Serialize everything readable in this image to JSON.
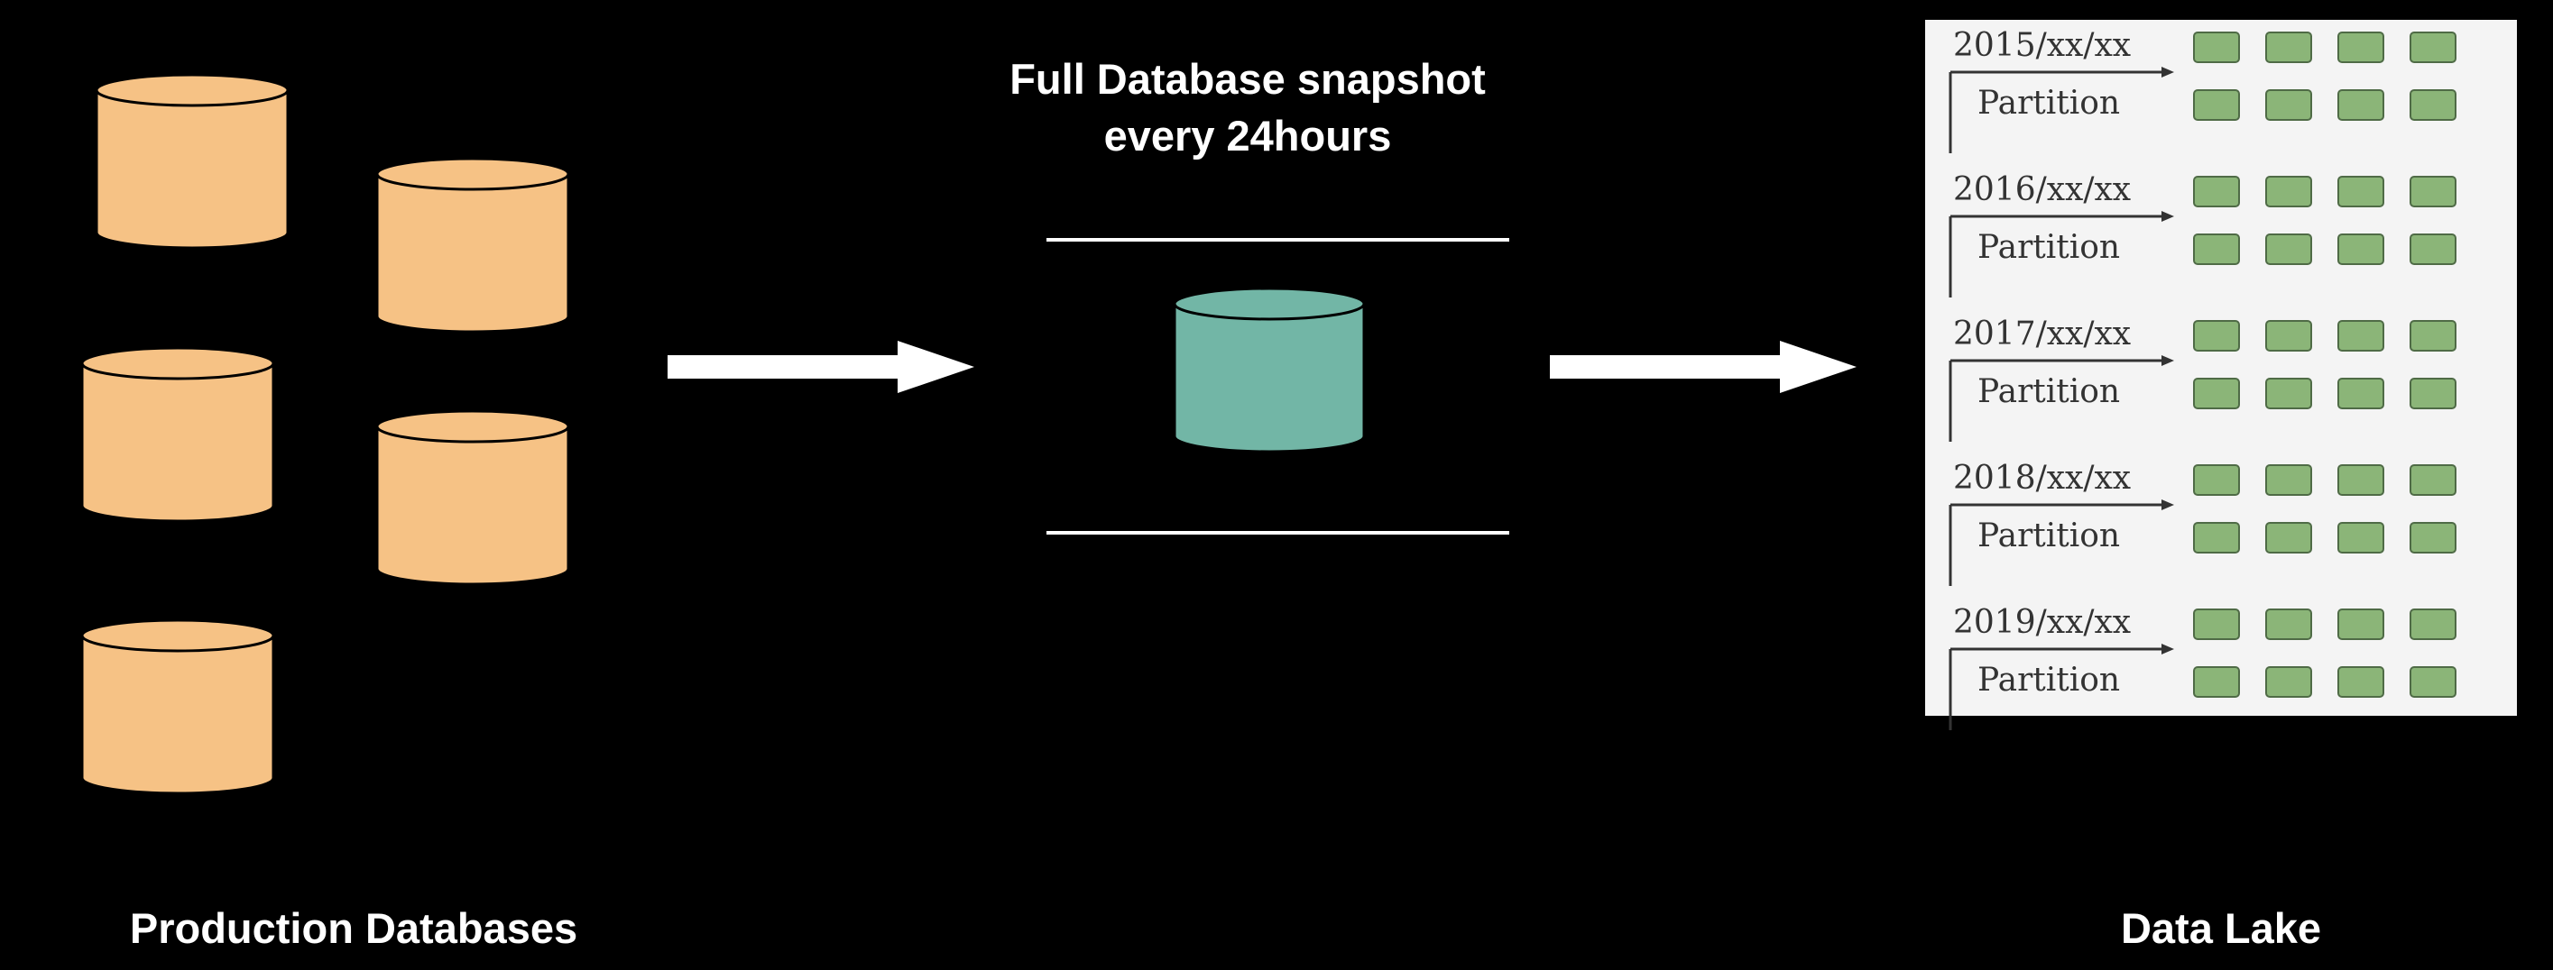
{
  "labels": {
    "production_databases": "Production Databases",
    "snapshot_line1": "Full Database snapshot",
    "snapshot_line2": "every 24hours",
    "data_lake": "Data Lake"
  },
  "lake": {
    "partitions": [
      {
        "date": "2015/xx/xx",
        "label": "Partition"
      },
      {
        "date": "2016/xx/xx",
        "label": "Partition"
      },
      {
        "date": "2017/xx/xx",
        "label": "Partition"
      },
      {
        "date": "2018/xx/xx",
        "label": "Partition"
      },
      {
        "date": "2019/xx/xx",
        "label": "Partition"
      }
    ]
  },
  "colors": {
    "background": "#000000",
    "production_db": "#f6c285",
    "snapshot_db": "#72b6a6",
    "partition_block": "#8bb578",
    "lake_panel": "#f4f4f4",
    "text": "#ffffff"
  },
  "icons": {
    "production_db": "database-cylinder-icon",
    "snapshot_db": "database-cylinder-icon",
    "flow_arrow": "right-arrow-icon"
  }
}
